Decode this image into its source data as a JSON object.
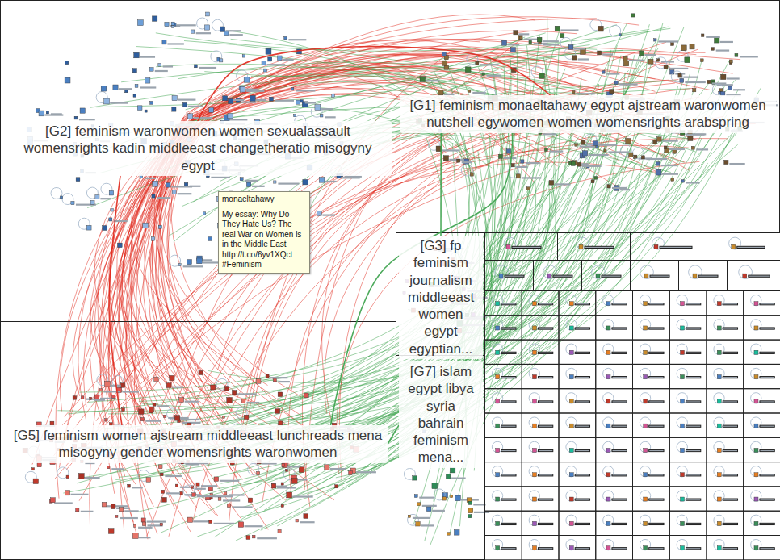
{
  "diagram": {
    "nodes": [
      {
        "text": [
          "[G2] feminism waronwomen women sexualassault womensrights kadin middleeast changetheratio misogyny egypt"
        ]
      },
      {
        "text": [
          "[G1] feminism monaeltahawy egypt ajstream waronwomen nutshell egywomen women womensrights arabspring"
        ]
      },
      {
        "text": [
          "monaeltahawy",
          "My essay: Why Do They Hate Us? The real War on Women is in the Middle East http://t.co/6yv1XQct #Feminism"
        ]
      },
      {
        "text": [
          "[G3] fp feminism journalism middleeast women egypt egyptian..."
        ]
      },
      {
        "text": [
          "[G7] islam egypt libya syria bahrain feminism mena..."
        ]
      },
      {
        "text": [
          "[G5] feminism women ajstream middleeast lunchreads mena misogyny gender womensrights waronwomen"
        ]
      }
    ],
    "edges": [
      {
        "from": 0,
        "to": 1,
        "arrow": "none"
      },
      {
        "from": 5,
        "to": 0,
        "arrow": "none"
      },
      {
        "from": 5,
        "to": 1,
        "arrow": "none"
      },
      {
        "from": 3,
        "to": 1,
        "arrow": "none"
      },
      {
        "from": 4,
        "to": 5,
        "arrow": "none"
      }
    ]
  }
}
